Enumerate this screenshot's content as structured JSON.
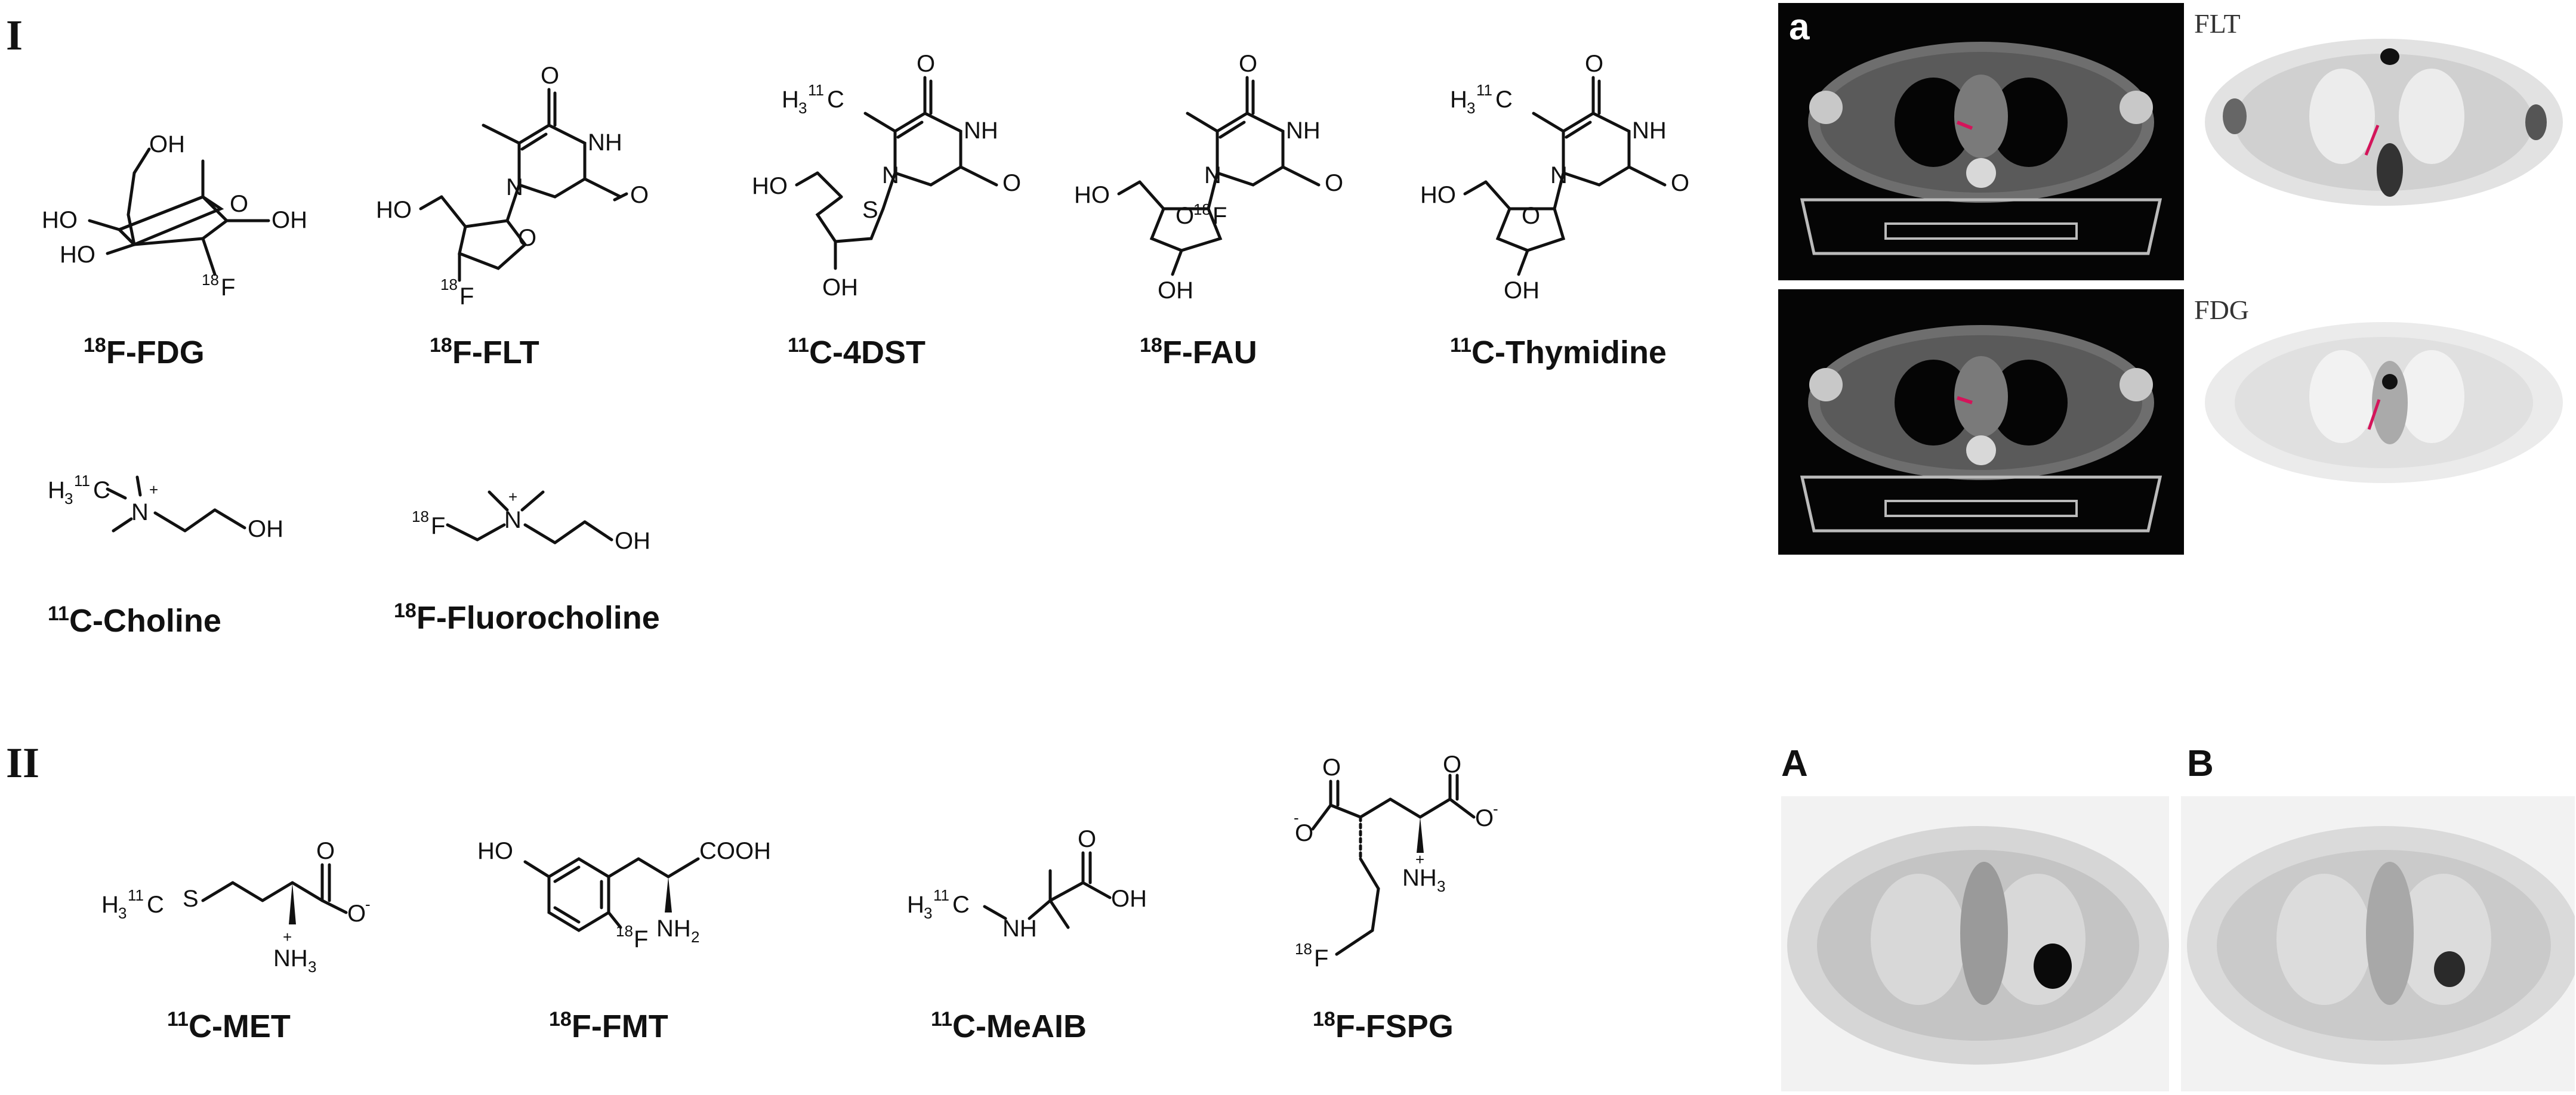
{
  "sections": {
    "one": "I",
    "two": "II"
  },
  "compounds_I": [
    {
      "iso": "18",
      "name": "F-FDG"
    },
    {
      "iso": "18",
      "name": "F-FLT"
    },
    {
      "iso": "11",
      "name": "C-4DST"
    },
    {
      "iso": "18",
      "name": "F-FAU"
    },
    {
      "iso": "11",
      "name": "C-Thymidine"
    },
    {
      "iso": "11",
      "name": "C-Choline"
    },
    {
      "iso": "18",
      "name": "F-Fluorocholine"
    }
  ],
  "compounds_II": [
    {
      "iso": "11",
      "name": "C-MET"
    },
    {
      "iso": "18",
      "name": "F-FMT"
    },
    {
      "iso": "11",
      "name": "C-MeAIB"
    },
    {
      "iso": "18",
      "name": "F-FSPG"
    }
  ],
  "atoms": {
    "O": "O",
    "OH": "OH",
    "HO": "HO",
    "NH": "NH",
    "N": "N",
    "S": "S",
    "F": "F",
    "COOH": "COOH",
    "H3": "H",
    "sub3": "3",
    "sub2": "2",
    "iso18": "18",
    "iso11": "11",
    "C": "C",
    "NH2": "NH",
    "NH3": "NH",
    "plus": "+",
    "minus": "-"
  },
  "images_I": {
    "panel_a": "a",
    "flt_label": "FLT",
    "fdg_label": "FDG"
  },
  "images_II": {
    "panel_A": "A",
    "panel_B": "B"
  },
  "colors": {
    "arrow": "#d4145a",
    "ct_bg": "#050505",
    "pet_bg": "#f2f2f2"
  }
}
